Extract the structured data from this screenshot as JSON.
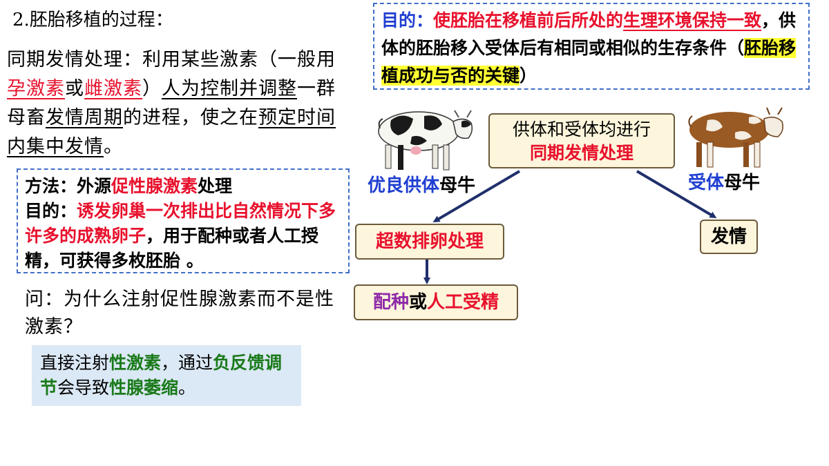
{
  "title": "2.胚胎移植的过程：",
  "intro": {
    "p1": "同期发情处理：利用某些激素（一般用",
    "hormone1": "孕激素",
    "p2": "或",
    "hormone2": "雌激素",
    "p3": "）",
    "p4": "人为控制并调整",
    "p5": "一群母畜",
    "p6": "发情周期",
    "p7": "的进程，使之在",
    "p8": "预定时间内集中发情",
    "p9": "。"
  },
  "method": {
    "label": "方法：",
    "text1": "外源",
    "hormone": "促性腺激素",
    "text2": "处理",
    "purpose_label": "目的：",
    "purpose_red": "诱发卵巢一次排出比自然情况下多许多的成熟卵子",
    "purpose_rest": "，用于配种或者人工授精，可获得多枚胚胎 。"
  },
  "question": "问：为什么注射促性腺激素而不是性激素？",
  "answer": {
    "a1": "直接注射",
    "a2": "性激素",
    "a3": "，通过",
    "a4": "负反馈调节",
    "a5": "会导致",
    "a6": "性腺萎缩",
    "a7": "。"
  },
  "purpose": {
    "label": "目的：",
    "red1": "使胚胎在移植前后所处的",
    "red2": "生理环境保持一致",
    "black": "，供体的胚胎移入受体后有相同或相似的生存条件（",
    "highlight": "胚胎移植成功与否的关键",
    "close": "）"
  },
  "diagram": {
    "sync_line1": "供体和受体均进行",
    "sync_line2": "同期发情处理",
    "donor_blue": "优良供体",
    "donor_black": "母牛",
    "recipient_blue": "受体",
    "recipient_black": "母牛",
    "superovulation": "超数排卵处理",
    "mating_purple": "配种",
    "mating_mid": "或",
    "mating_red": "人工受精",
    "estrus": "发情"
  },
  "icons": [
    "holstein-cow-icon",
    "brown-cow-icon",
    "arrow-icon"
  ],
  "colors": {
    "red": "#e8112d",
    "blue": "#1f3fd1",
    "green": "#1a7a1a",
    "purple": "#8e2aa8",
    "highlight": "#ffff33",
    "arrow": "#1f2f6b"
  }
}
